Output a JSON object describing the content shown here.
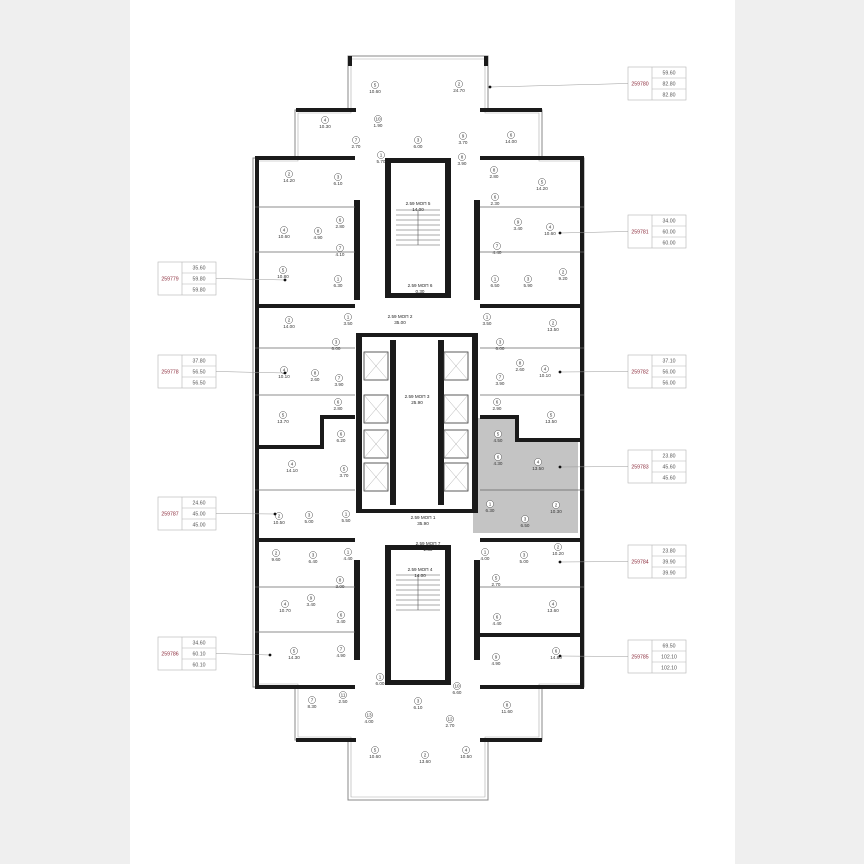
{
  "colors": {
    "wall": "#1a1a1a",
    "highlight": "#c4c4c4",
    "apartment_id": "#8a2a3a",
    "table_border": "#b5b5b5",
    "background": "#efefef"
  },
  "apartments": [
    {
      "id": "259780",
      "values": [
        "59.60",
        "82.80",
        "82.80"
      ]
    },
    {
      "id": "259781",
      "values": [
        "34.00",
        "60.00",
        "60.00"
      ]
    },
    {
      "id": "259782",
      "values": [
        "37.10",
        "56.00",
        "56.00"
      ]
    },
    {
      "id": "259783",
      "values": [
        "23.80",
        "45.60",
        "45.60"
      ]
    },
    {
      "id": "259784",
      "values": [
        "23.80",
        "39.90",
        "39.90"
      ]
    },
    {
      "id": "259785",
      "values": [
        "69.50",
        "102.10",
        "102.10"
      ]
    },
    {
      "id": "259779",
      "values": [
        "35.60",
        "59.80",
        "59.80"
      ]
    },
    {
      "id": "259778",
      "values": [
        "37.80",
        "56.50",
        "56.50"
      ]
    },
    {
      "id": "259787",
      "values": [
        "24.60",
        "45.00",
        "45.00"
      ]
    },
    {
      "id": "259786",
      "values": [
        "34.60",
        "60.10",
        "60.10"
      ]
    }
  ],
  "common_areas": [
    {
      "name": "2.59 МОП 5",
      "area": "14.00"
    },
    {
      "name": "2.59 МОП 6",
      "area": "0.30"
    },
    {
      "name": "2.59 МОП 2",
      "area": "35.00"
    },
    {
      "name": "2.59 МОП 3",
      "area": "25.90"
    },
    {
      "name": "2.59 МОП 1",
      "area": "35.90"
    },
    {
      "name": "2.59 МОП 7",
      "area": "2.30"
    },
    {
      "name": "2.59 МОП 4",
      "area": "14.00"
    }
  ],
  "rooms": [
    {
      "n": "5",
      "a": "10.60"
    },
    {
      "n": "2",
      "a": "24.70"
    },
    {
      "n": "10",
      "a": "1.90"
    },
    {
      "n": "4",
      "a": "10.30"
    },
    {
      "n": "3",
      "a": "6.00"
    },
    {
      "n": "9",
      "a": "3.70"
    },
    {
      "n": "6",
      "a": "14.00"
    },
    {
      "n": "7",
      "a": "2.70"
    },
    {
      "n": "1",
      "a": "5.70"
    },
    {
      "n": "8",
      "a": "3.90"
    },
    {
      "n": "2",
      "a": "14.20"
    },
    {
      "n": "3",
      "a": "6.10"
    },
    {
      "n": "8",
      "a": "2.80"
    },
    {
      "n": "5",
      "a": "14.20"
    },
    {
      "n": "6",
      "a": "2.80"
    },
    {
      "n": "6",
      "a": "2.30"
    },
    {
      "n": "4",
      "a": "10.60"
    },
    {
      "n": "8",
      "a": "4.90"
    },
    {
      "n": "9",
      "a": "3.40"
    },
    {
      "n": "4",
      "a": "10.60"
    },
    {
      "n": "7",
      "a": "4.10"
    },
    {
      "n": "7",
      "a": "4.40"
    },
    {
      "n": "5",
      "a": "10.80"
    },
    {
      "n": "1",
      "a": "6.30"
    },
    {
      "n": "1",
      "a": "6.50"
    },
    {
      "n": "3",
      "a": "5.90"
    },
    {
      "n": "2",
      "a": "9.20"
    },
    {
      "n": "2",
      "a": "14.00"
    },
    {
      "n": "1",
      "a": "3.50"
    },
    {
      "n": "1",
      "a": "3.50"
    },
    {
      "n": "2",
      "a": "13.50"
    },
    {
      "n": "3",
      "a": "6.00"
    },
    {
      "n": "3",
      "a": "6.00"
    },
    {
      "n": "4",
      "a": "10.10"
    },
    {
      "n": "8",
      "a": "2.60"
    },
    {
      "n": "7",
      "a": "3.90"
    },
    {
      "n": "8",
      "a": "2.60"
    },
    {
      "n": "7",
      "a": "3.90"
    },
    {
      "n": "4",
      "a": "10.10"
    },
    {
      "n": "6",
      "a": "2.80"
    },
    {
      "n": "6",
      "a": "2.90"
    },
    {
      "n": "5",
      "a": "13.70"
    },
    {
      "n": "5",
      "a": "13.50"
    },
    {
      "n": "5",
      "a": "4.50"
    },
    {
      "n": "6",
      "a": "4.30"
    },
    {
      "n": "4",
      "a": "13.50"
    },
    {
      "n": "6",
      "a": "6.20"
    },
    {
      "n": "5",
      "a": "3.70"
    },
    {
      "n": "4",
      "a": "14.10"
    },
    {
      "n": "1",
      "a": "6.30"
    },
    {
      "n": "2",
      "a": "10.30"
    },
    {
      "n": "3",
      "a": "6.50"
    },
    {
      "n": "2",
      "a": "10.50"
    },
    {
      "n": "3",
      "a": "5.00"
    },
    {
      "n": "1",
      "a": "5.50"
    },
    {
      "n": "2",
      "a": "9.60"
    },
    {
      "n": "3",
      "a": "6.40"
    },
    {
      "n": "1",
      "a": "4.40"
    },
    {
      "n": "1",
      "a": "4.00"
    },
    {
      "n": "3",
      "a": "5.00"
    },
    {
      "n": "2",
      "a": "10.20"
    },
    {
      "n": "8",
      "a": "3.00"
    },
    {
      "n": "9",
      "a": "3.40"
    },
    {
      "n": "4",
      "a": "10.70"
    },
    {
      "n": "6",
      "a": "3.40"
    },
    {
      "n": "5",
      "a": "2.70"
    },
    {
      "n": "6",
      "a": "4.40"
    },
    {
      "n": "4",
      "a": "13.60"
    },
    {
      "n": "5",
      "a": "14.30"
    },
    {
      "n": "7",
      "a": "4.90"
    },
    {
      "n": "9",
      "a": "4.90"
    },
    {
      "n": "6",
      "a": "14.80"
    },
    {
      "n": "1",
      "a": "6.00"
    },
    {
      "n": "11",
      "a": "2.50"
    },
    {
      "n": "7",
      "a": "8.30"
    },
    {
      "n": "3",
      "a": "6.10"
    },
    {
      "n": "10",
      "a": "6.60"
    },
    {
      "n": "8",
      "a": "11.60"
    },
    {
      "n": "13",
      "a": "4.00"
    },
    {
      "n": "12",
      "a": "2.70"
    },
    {
      "n": "5",
      "a": "10.60"
    },
    {
      "n": "2",
      "a": "13.60"
    },
    {
      "n": "4",
      "a": "10.50"
    }
  ]
}
